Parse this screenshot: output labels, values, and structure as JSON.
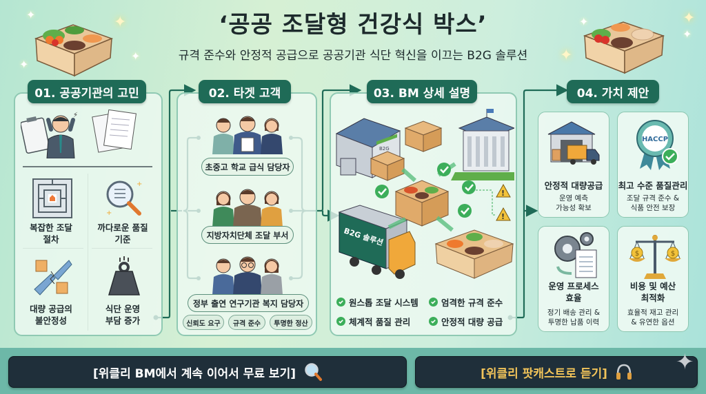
{
  "header": {
    "title": "‘공공 조달형 건강식 박스’",
    "subtitle": "규격 준수와 안정적 공급으로 공공기관 식단 혁신을 이끄는 B2G 솔루션"
  },
  "sections": [
    {
      "label": "01. 공공기관의 고민",
      "items": [
        {
          "line1": "복잡한 조달",
          "line2": "절차",
          "icon": "maze-icon"
        },
        {
          "line1": "까다로운 품질",
          "line2": "기준",
          "icon": "magnifier-checklist-icon"
        },
        {
          "line1": "대량 공급의",
          "line2": "불안정성",
          "icon": "broken-puzzle-icon"
        },
        {
          "line1": "식단 운영",
          "line2": "부담 증가",
          "icon": "weight-icon"
        }
      ]
    },
    {
      "label": "02. 타겟 고객",
      "targets": [
        {
          "label": "초중고 학교 급식 담당자"
        },
        {
          "label": "지방자치단체 조달 부서"
        },
        {
          "label": "정부 출연 연구기관 복지 담당자"
        }
      ],
      "tags": [
        "신뢰도 요구",
        "규격 준수",
        "투명한 정산"
      ]
    },
    {
      "label": "03. BM 상세 설명",
      "truck_label": "B2G 솔루션",
      "warehouse_label": "B2G",
      "features": [
        "원스톱 조달 시스템",
        "엄격한 규격 준수",
        "체계적 품질 관리",
        "안정적 대량 공급"
      ]
    },
    {
      "label": "04. 가치 제안",
      "cards": [
        {
          "title1": "안정적 대량공급",
          "title2": "",
          "desc1": "운영 예측",
          "desc2": "가능성 확보",
          "icon": "warehouse-truck-icon"
        },
        {
          "title1": "최고 수준 품질관리",
          "title2": "",
          "desc1": "조달 규격 준수 &",
          "desc2": "식품 안전 보장",
          "icon": "haccp-badge-icon",
          "badge_text": "HACCP"
        },
        {
          "title1": "운영 프로세스",
          "title2": "효율",
          "desc1": "정기 배송 관리 &",
          "desc2": "투명한 납품 이력",
          "icon": "gears-document-icon"
        },
        {
          "title1": "비용 및 예산",
          "title2": "최적화",
          "desc1": "효율적 재고 관리",
          "desc2": "& 유연한 옵션",
          "icon": "balance-scale-icon"
        }
      ]
    }
  ],
  "footer": {
    "cta_primary": "[위클리 BM에서 계속 이어서 무료 보기]",
    "cta_secondary": "[위클리 팟캐스트로 듣기]"
  },
  "colors": {
    "header_green": "#1f6b57",
    "line_green": "#1f6b57",
    "check_green": "#3cae5a",
    "cta_dark": "#1f2f3a",
    "cta_gold": "#f2c45a",
    "footer_teal": "#6db8a8"
  }
}
